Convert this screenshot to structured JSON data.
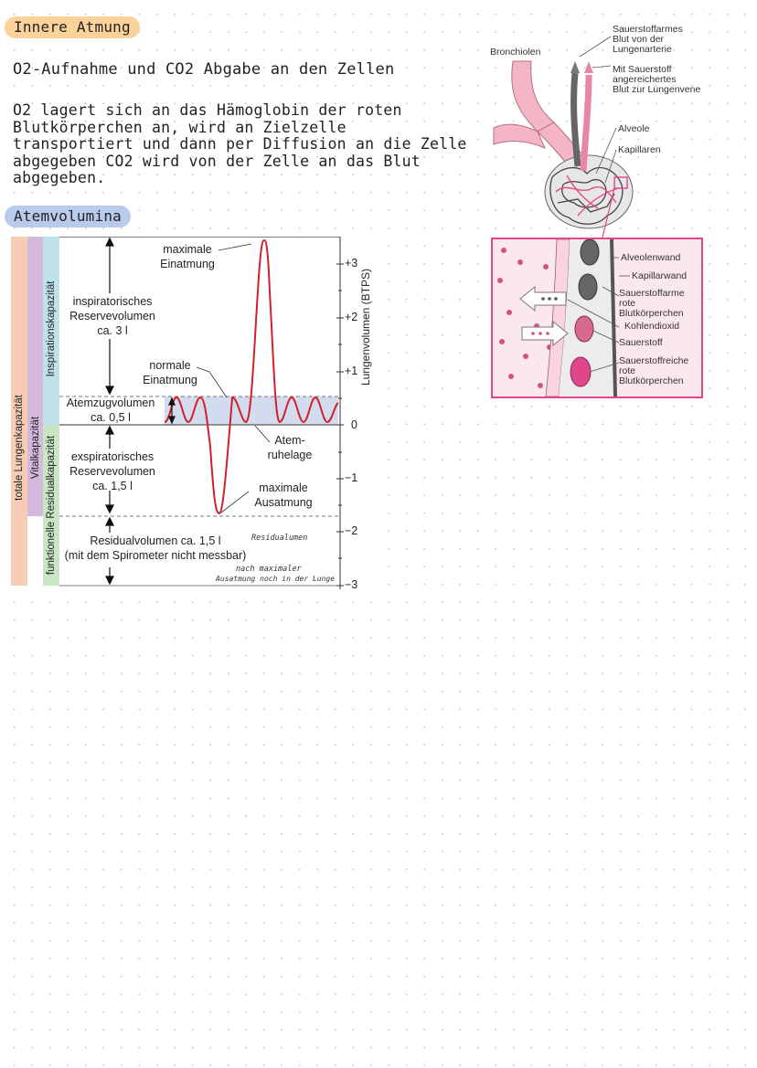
{
  "heading1": "Innere Atmung",
  "subtitle": "O2-Aufnahme und CO2 Abgabe an den Zellen",
  "paragraph": "O2 lagert sich an das Hämoglobin der roten Blutkörperchen an, wird an Zielzelle transportiert und dann per Diffusion an die Zelle abgegeben CO2 wird von der Zelle an das Blut abgegeben.",
  "heading2": "Atemvolumina",
  "colors": {
    "heading1_bg": "#fbd29a",
    "heading2_bg": "#b9cbec",
    "curve": "#d0202a",
    "zoom_border": "#e0468c"
  },
  "spirogram": {
    "band_totale": "totale Lungenkapazität",
    "band_vital": "Vitalkapazität",
    "band_inspiration": "Inspirationskapazität",
    "band_residual": "funktionelle Residualkapazität",
    "max_ein_1": "maximale",
    "max_ein_2": "Einatmung",
    "irv_1": "inspiratorisches",
    "irv_2": "Reservevolumen",
    "irv_3": "ca. 3 l",
    "norm_1": "normale",
    "norm_2": "Einatmung",
    "azv_1": "Atemzugvolumen",
    "azv_2": "ca. 0,5 l",
    "ruhe_1": "Atem-",
    "ruhe_2": "ruhelage",
    "erv_1": "exspiratorisches",
    "erv_2": "Reservevolumen",
    "erv_3": "ca. 1,5 l",
    "max_aus_1": "maximale",
    "max_aus_2": "Ausatmung",
    "rv_1": "Residualvolumen ca. 1,5 l",
    "rv_2": "(mit dem Spirometer nicht messbar)",
    "note_1": "Residualumen",
    "note_2": "nach maximaler",
    "note_3": "Ausatmung noch in der Lunge",
    "axis_label": "Lungenvolumen (BTPS)",
    "ticks": [
      "+3",
      "+2",
      "+1",
      "0",
      "−1",
      "−2",
      "−3"
    ]
  },
  "lung_figure": {
    "bronchiolen": "Bronchiolen",
    "arterie_1": "Sauerstoffarmes",
    "arterie_2": "Blut von der",
    "arterie_3": "Lungenarterie",
    "vene_1": "Mit Sauerstoff",
    "vene_2": "angereichertes",
    "vene_3": "Blut zur Lungenvene",
    "alveole": "Alveole",
    "kapillaren": "Kapillaren",
    "alveolenwand": "Alveolenwand",
    "kapillarwand": "Kapillarwand",
    "arm_1": "Sauerstoffarme",
    "arm_2": "rote",
    "arm_3": "Blutkörperchen",
    "co2": "Kohlendioxid",
    "o2": "Sauerstoff",
    "reich_1": "Sauerstoffreiche",
    "reich_2": "rote",
    "reich_3": "Blutkörperchen"
  }
}
